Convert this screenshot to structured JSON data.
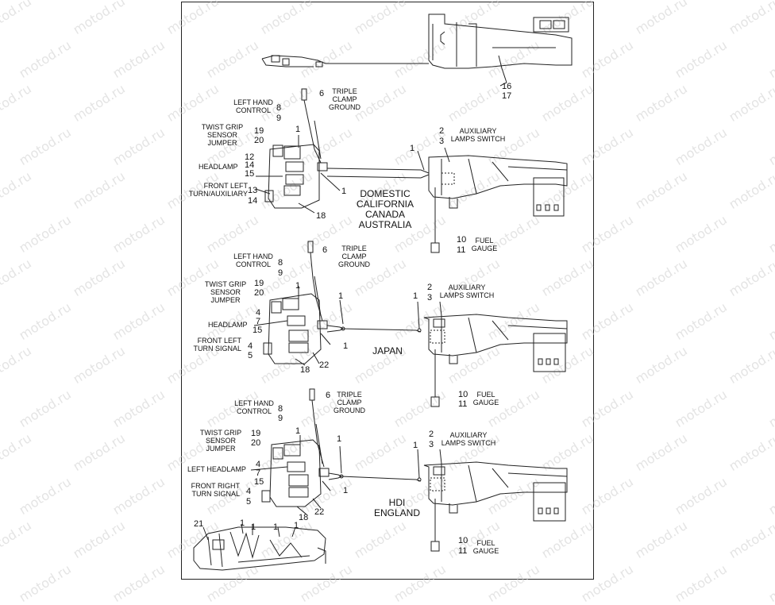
{
  "watermark": "motod.ru",
  "top_section": {
    "callouts": [
      "16",
      "17"
    ]
  },
  "sections": [
    {
      "id": "domestic",
      "ground_num": "6",
      "ground_label": [
        "TRIPLE",
        "CLAMP",
        "GROUND"
      ],
      "left_hand_label": [
        "LEFT HAND",
        "CONTROL"
      ],
      "left_hand_nums": [
        "8",
        "9"
      ],
      "twist_label": [
        "TWIST GRIP",
        "SENSOR",
        "JUMPER"
      ],
      "twist_nums": [
        "19",
        "20"
      ],
      "headlamp_label": "HEADLAMP",
      "headlamp_nums": [
        "12",
        "14",
        "15"
      ],
      "front_label": [
        "FRONT LEFT",
        "TURN/AUXILIARY"
      ],
      "front_nums": [
        "13",
        "14"
      ],
      "harness_num": "18",
      "aux_nums": [
        "2",
        "3"
      ],
      "aux_label": [
        "AUXILIARY",
        "LAMPS SWITCH"
      ],
      "fuel_nums": [
        "10",
        "11"
      ],
      "fuel_label": [
        "FUEL",
        "GAUGE"
      ],
      "region": [
        "DOMESTIC",
        "CALIFORNIA",
        "CANADA",
        "AUSTRALIA"
      ],
      "misc_nums": [
        "1",
        "1",
        "1"
      ]
    },
    {
      "id": "japan",
      "ground_num": "6",
      "ground_label": [
        "TRIPLE",
        "CLAMP",
        "GROUND"
      ],
      "left_hand_label": [
        "LEFT HAND",
        "CONTROL"
      ],
      "left_hand_nums": [
        "8",
        "9"
      ],
      "twist_label": [
        "TWIST GRIP",
        "SENSOR",
        "JUMPER"
      ],
      "twist_nums": [
        "19",
        "20"
      ],
      "headlamp_label": "HEADLAMP",
      "headlamp_nums": [
        "4",
        "7",
        "15"
      ],
      "front_label": [
        "FRONT LEFT",
        "TURN SIGNAL"
      ],
      "front_nums": [
        "4",
        "5"
      ],
      "harness_num": "18",
      "extra_num": "22",
      "aux_nums": [
        "2",
        "3"
      ],
      "aux_label": [
        "AUXILIARY",
        "LAMPS SWITCH"
      ],
      "region": [
        "JAPAN"
      ],
      "misc_nums": [
        "1",
        "1",
        "1",
        "1"
      ]
    },
    {
      "id": "hdi",
      "ground_num": "6",
      "ground_label": [
        "TRIPLE",
        "CLAMP",
        "GROUND"
      ],
      "left_hand_label": [
        "LEFT HAND",
        "CONTROL"
      ],
      "left_hand_nums": [
        "8",
        "9"
      ],
      "twist_label": [
        "TWIST GRIP",
        "SENSOR",
        "JUMPER"
      ],
      "twist_nums": [
        "19",
        "20"
      ],
      "headlamp_label": "LEFT HEADLAMP",
      "headlamp_nums": [
        "4",
        "7",
        "15"
      ],
      "front_label": [
        "FRONT RIGHT",
        "TURN SIGNAL"
      ],
      "front_nums": [
        "4",
        "5"
      ],
      "harness_num": "18",
      "extra_num": "22",
      "aux_nums": [
        "2",
        "3"
      ],
      "aux_label": [
        "AUXILIARY",
        "LAMPS SWITCH"
      ],
      "fuel_nums": [
        "10",
        "11"
      ],
      "fuel_label": [
        "FUEL",
        "GAUGE"
      ],
      "region": [
        "HDI",
        "ENGLAND"
      ],
      "misc_nums": [
        "1",
        "1",
        "1",
        "1"
      ]
    }
  ],
  "japan_fuel": {
    "nums": [
      "10",
      "11"
    ],
    "label": [
      "FUEL",
      "GAUGE"
    ]
  },
  "bottom_section": {
    "callouts": [
      "21",
      "1",
      "1",
      "1",
      "1"
    ]
  }
}
